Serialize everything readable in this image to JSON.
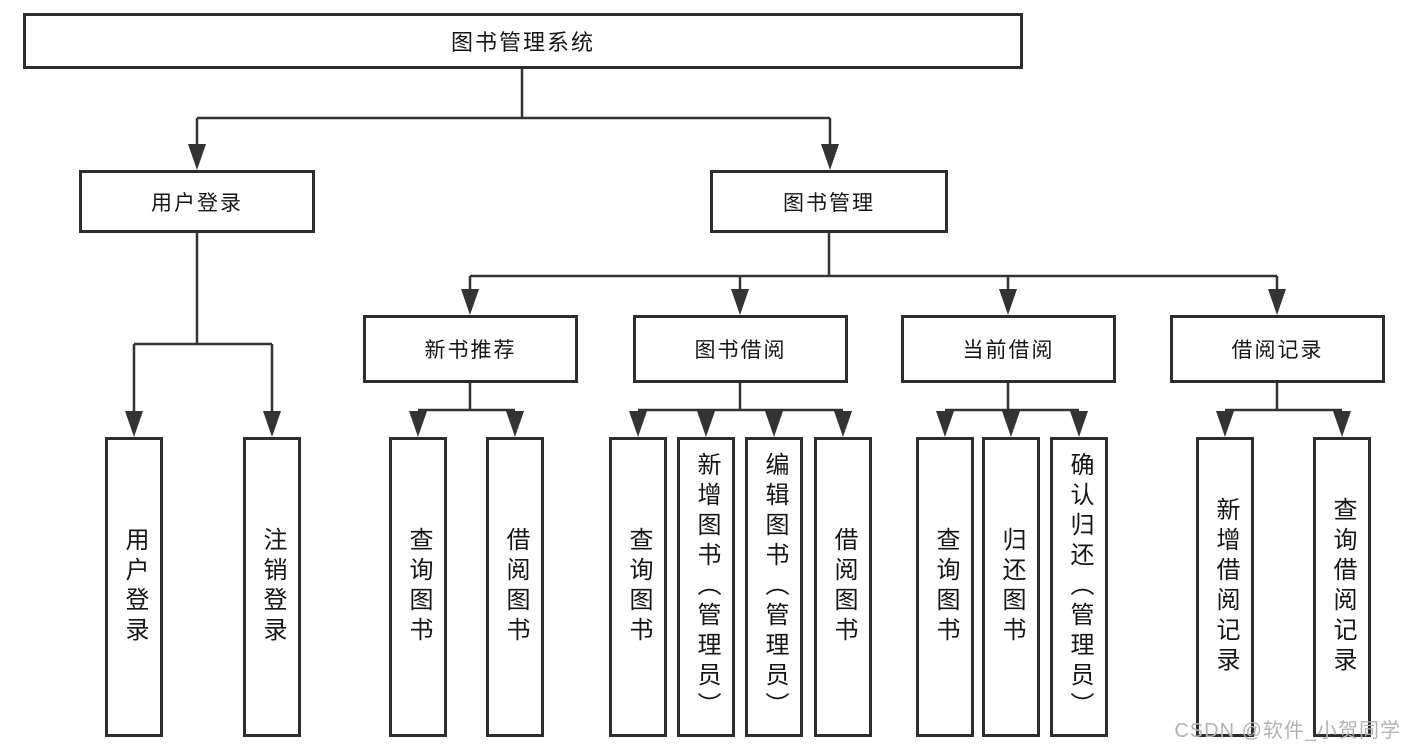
{
  "diagram": {
    "root": {
      "label": "图书管理系统"
    },
    "level2": [
      {
        "label": "用户登录"
      },
      {
        "label": "图书管理"
      }
    ],
    "level3": [
      {
        "label": "新书推荐"
      },
      {
        "label": "图书借阅"
      },
      {
        "label": "当前借阅"
      },
      {
        "label": "借阅记录"
      }
    ],
    "leaves": [
      {
        "label": "用户登录"
      },
      {
        "label": "注销登录"
      },
      {
        "label": "查询图书"
      },
      {
        "label": "借阅图书"
      },
      {
        "label": "查询图书"
      },
      {
        "label": "新增图书（管理员）"
      },
      {
        "label": "编辑图书（管理员）"
      },
      {
        "label": "借阅图书"
      },
      {
        "label": "查询图书"
      },
      {
        "label": "归还图书"
      },
      {
        "label": "确认归还（管理员）"
      },
      {
        "label": "新增借阅记录"
      },
      {
        "label": "查询借阅记录"
      }
    ]
  },
  "watermark": {
    "text": "CSDN @软件_小贺同学"
  },
  "colors": {
    "line": "#333333",
    "box_border": "#2d2d2d",
    "text": "#151515",
    "watermark": "#b3b3b6",
    "background": "#ffffff"
  }
}
